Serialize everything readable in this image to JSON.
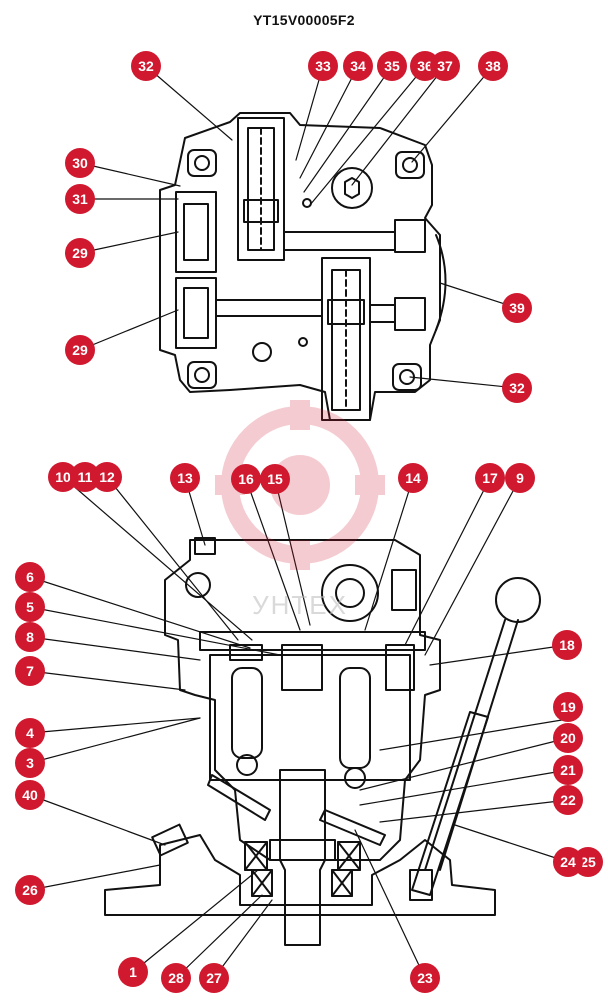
{
  "doc_code": "YT15V00005F2",
  "accent_color": "#d0192f",
  "watermark_text": "УНТЕХ",
  "callouts": [
    {
      "id": "c32a",
      "label": "32"
    },
    {
      "id": "c33",
      "label": "33"
    },
    {
      "id": "c34",
      "label": "34"
    },
    {
      "id": "c35",
      "label": "35"
    },
    {
      "id": "c36",
      "label": "36"
    },
    {
      "id": "c37",
      "label": "37"
    },
    {
      "id": "c38",
      "label": "38"
    },
    {
      "id": "c30",
      "label": "30"
    },
    {
      "id": "c31",
      "label": "31"
    },
    {
      "id": "c29a",
      "label": "29"
    },
    {
      "id": "c39",
      "label": "39"
    },
    {
      "id": "c29b",
      "label": "29"
    },
    {
      "id": "c32b",
      "label": "32"
    },
    {
      "id": "c10",
      "label": "10"
    },
    {
      "id": "c11",
      "label": "11"
    },
    {
      "id": "c12",
      "label": "12"
    },
    {
      "id": "c13",
      "label": "13"
    },
    {
      "id": "c16",
      "label": "16"
    },
    {
      "id": "c15",
      "label": "15"
    },
    {
      "id": "c14",
      "label": "14"
    },
    {
      "id": "c17",
      "label": "17"
    },
    {
      "id": "c9",
      "label": "9"
    },
    {
      "id": "c6",
      "label": "6"
    },
    {
      "id": "c5",
      "label": "5"
    },
    {
      "id": "c8",
      "label": "8"
    },
    {
      "id": "c7",
      "label": "7"
    },
    {
      "id": "c18",
      "label": "18"
    },
    {
      "id": "c4",
      "label": "4"
    },
    {
      "id": "c19",
      "label": "19"
    },
    {
      "id": "c3",
      "label": "3"
    },
    {
      "id": "c20",
      "label": "20"
    },
    {
      "id": "c21",
      "label": "21"
    },
    {
      "id": "c40",
      "label": "40"
    },
    {
      "id": "c22",
      "label": "22"
    },
    {
      "id": "c25",
      "label": "25"
    },
    {
      "id": "c24",
      "label": "24"
    },
    {
      "id": "c26",
      "label": "26"
    },
    {
      "id": "c1",
      "label": "1"
    },
    {
      "id": "c28",
      "label": "28"
    },
    {
      "id": "c27",
      "label": "27"
    },
    {
      "id": "c23",
      "label": "23"
    }
  ]
}
